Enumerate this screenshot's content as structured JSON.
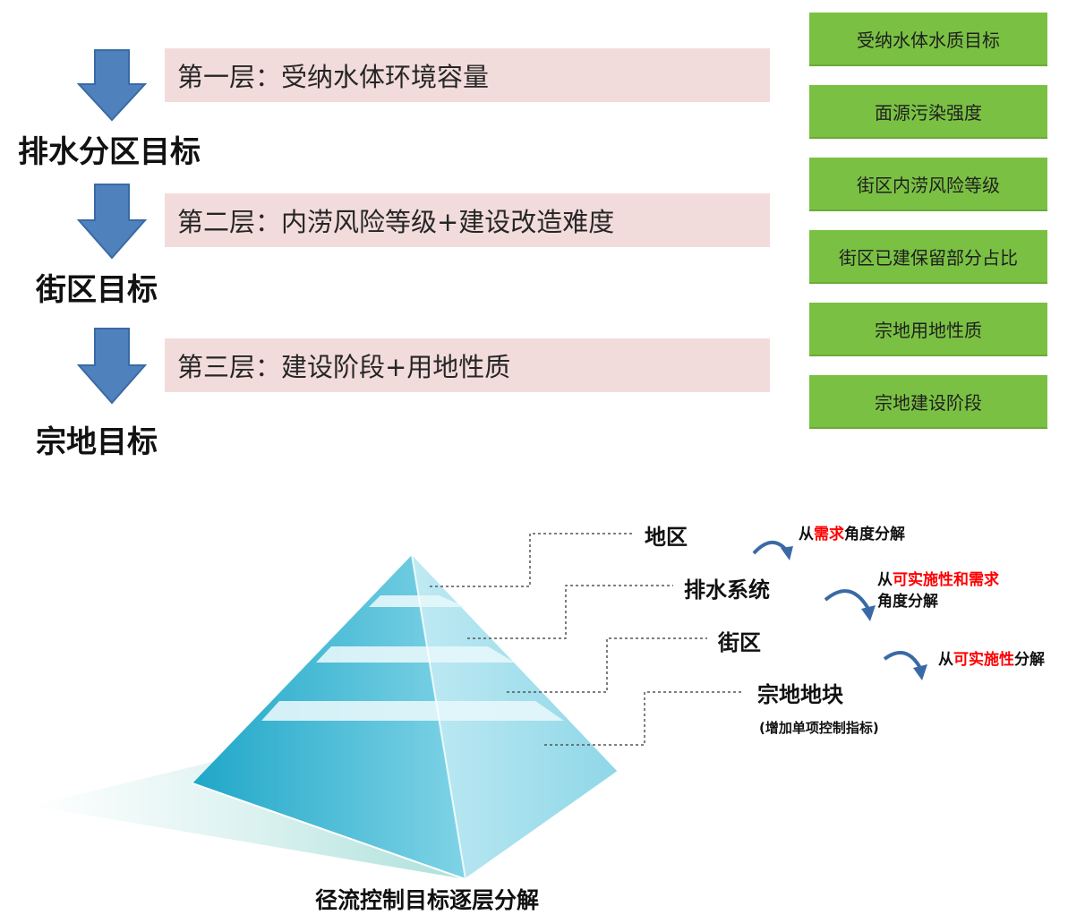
{
  "layers": [
    {
      "label": "第一层：受纳水体环境容量"
    },
    {
      "label": "第二层：内涝风险等级+建设改造难度"
    },
    {
      "label": "第三层：建设阶段+用地性质"
    }
  ],
  "targets": [
    "排水分区目标",
    "街区目标",
    "宗地目标"
  ],
  "indicators": [
    "受纳水体水质目标",
    "面源污染强度",
    "街区内涝风险等级",
    "街区已建保留部分占比",
    "宗地用地性质",
    "宗地建设阶段"
  ],
  "pyramid": {
    "levels": [
      "地区",
      "排水系统",
      "街区",
      "宗地地块"
    ],
    "sublabel": "(增加单项控制指标)",
    "caption": "径流控制目标逐层分解"
  },
  "notes": {
    "n1": {
      "pre": "从",
      "red": "需求",
      "post": "角度分解"
    },
    "n2": {
      "pre": "从",
      "red": "可实施性和需求",
      "line2": "角度分解"
    },
    "n3": {
      "pre": "从",
      "red": "可实施性",
      "post": "分解"
    }
  },
  "colors": {
    "arrow": "#4f81bd",
    "layer_bg": "#f2dcdb",
    "indicator_bg": "#7ac143",
    "emphasis": "#ff0000",
    "pyramid": "#4ab8d3"
  }
}
